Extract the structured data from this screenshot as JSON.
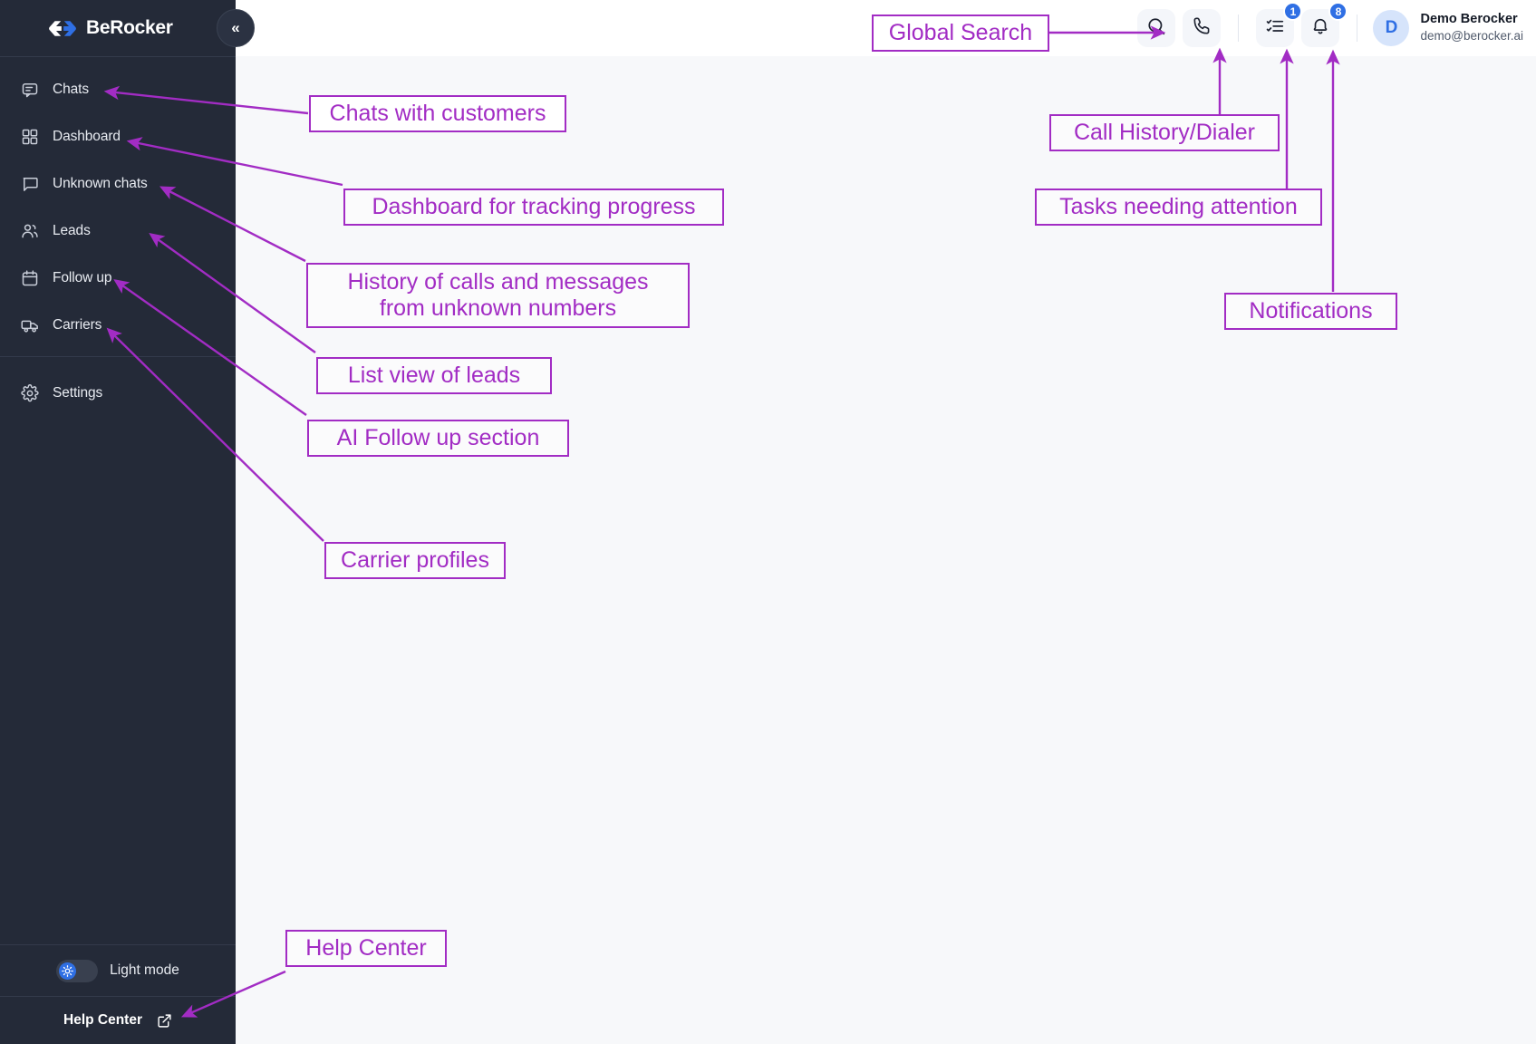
{
  "app": {
    "brand": "BeRocker",
    "logo_icon": "berocker-double-chevron-logo",
    "collapse_icon": "chevron-double-left-icon",
    "collapse_label": "«"
  },
  "sidebar": {
    "items": [
      {
        "label": "Chats",
        "icon": "chat-lines-icon"
      },
      {
        "label": "Dashboard",
        "icon": "grid-dashboard-icon"
      },
      {
        "label": "Unknown chats",
        "icon": "speech-bubble-icon"
      },
      {
        "label": "Leads",
        "icon": "users-icon"
      },
      {
        "label": "Follow up",
        "icon": "calendar-icon"
      },
      {
        "label": "Carriers",
        "icon": "truck-icon"
      }
    ],
    "settings": {
      "label": "Settings",
      "icon": "gear-icon"
    },
    "light_mode": {
      "label": "Light mode",
      "icon": "sun-toggle-icon",
      "state": "off"
    },
    "help_center": {
      "label": "Help Center",
      "icon": "external-link-icon"
    }
  },
  "header": {
    "search": {
      "icon": "search-icon",
      "name": "Global Search"
    },
    "dialer": {
      "icon": "phone-icon",
      "name": "Call History/Dialer"
    },
    "tasks": {
      "icon": "checklist-icon",
      "badge": "1"
    },
    "notifications": {
      "icon": "bell-icon",
      "badge": "8"
    },
    "user": {
      "avatar_initial": "D",
      "name": "Demo Berocker",
      "email": "demo@berocker.ai"
    }
  },
  "annotations": {
    "accent_color": "#a22cc4",
    "items": [
      {
        "id": "chats",
        "text": "Chats with customers"
      },
      {
        "id": "dashboard",
        "text": "Dashboard for tracking progress"
      },
      {
        "id": "unknown-chats",
        "text": "History of calls and messages\nfrom unknown numbers"
      },
      {
        "id": "leads",
        "text": "List view of leads"
      },
      {
        "id": "follow-up",
        "text": "AI Follow up section"
      },
      {
        "id": "carriers",
        "text": "Carrier profiles"
      },
      {
        "id": "help-center",
        "text": "Help Center"
      },
      {
        "id": "global-search",
        "text": "Global Search"
      },
      {
        "id": "call-history",
        "text": "Call History/Dialer"
      },
      {
        "id": "tasks",
        "text": "Tasks needing attention"
      },
      {
        "id": "notifications",
        "text": "Notifications"
      }
    ]
  },
  "colors": {
    "sidebar_bg": "#242a38",
    "main_bg": "#f7f8fa",
    "accent_blue": "#2f6fe4",
    "annotation_purple": "#a22cc4"
  }
}
